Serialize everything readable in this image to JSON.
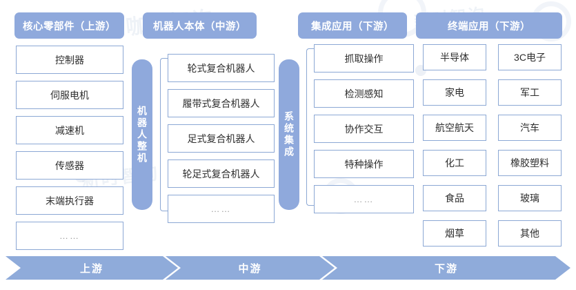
{
  "diagram": {
    "title_columns": [
      {
        "label": "核心零部件（上游）"
      },
      {
        "label": "机器人本体（中游）"
      },
      {
        "label": "集成应用（下游）"
      },
      {
        "label": "终端应用（下游）"
      }
    ],
    "upstream": {
      "header": "核心零部件（上游）",
      "items": [
        "控制器",
        "伺服电机",
        "减速机",
        "传感器",
        "末端执行器",
        "……"
      ]
    },
    "midstream": {
      "header": "机器人本体（中游）",
      "group_label": "机器人整机",
      "items": [
        "轮式复合机器人",
        "履带式复合机器人",
        "足式复合机器人",
        "轮足式复合机器人",
        "……"
      ]
    },
    "integration": {
      "header": "集成应用（下游）",
      "group_label": "系统集成",
      "items": [
        "抓取操作",
        "检测感知",
        "协作交互",
        "特种操作",
        "……"
      ]
    },
    "terminal": {
      "header": "终端应用（下游）",
      "column_left": [
        "半导体",
        "家电",
        "航空航天",
        "化工",
        "食品",
        "烟草"
      ],
      "column_right": [
        "3C电子",
        "军工",
        "汽车",
        "橡胶塑料",
        "玻璃",
        "其他"
      ]
    },
    "flow_bar": [
      {
        "label": "上游"
      },
      {
        "label": "中游"
      },
      {
        "label": "下游"
      }
    ],
    "colors": {
      "header_blue": "#8fa9dc",
      "cell_border": "#8ba7d4",
      "chevron_blue": "#8fabda",
      "text_dark": "#2d2d2d",
      "ellipsis_gray": "#9a9a9a"
    },
    "watermark": {
      "text": "新咖啡智询",
      "text2": "新时智询"
    }
  }
}
